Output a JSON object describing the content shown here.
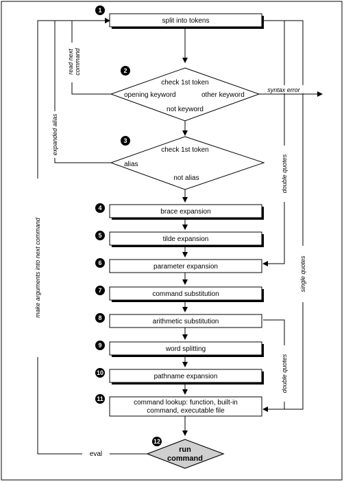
{
  "steps": {
    "s1": {
      "num": "1",
      "label": "split into tokens"
    },
    "s2": {
      "num": "2",
      "title": "check 1st token",
      "left": "opening keyword",
      "right": "other keyword",
      "bottom": "not keyword"
    },
    "s3": {
      "num": "3",
      "title": "check 1st token",
      "left": "alias",
      "bottom": "not alias"
    },
    "s4": {
      "num": "4",
      "label": "brace expansion"
    },
    "s5": {
      "num": "5",
      "label": "tilde expansion"
    },
    "s6": {
      "num": "6",
      "label": "parameter expansion"
    },
    "s7": {
      "num": "7",
      "label": "command substitution"
    },
    "s8": {
      "num": "8",
      "label": "arithmetic substitution"
    },
    "s9": {
      "num": "9",
      "label": "word splitting"
    },
    "s10": {
      "num": "10",
      "label": "pathname expansion"
    },
    "s11": {
      "num": "11",
      "label_line1": "command lookup: function, built-in",
      "label_line2": "command, executable file"
    },
    "s12": {
      "num": "12",
      "label_line1": "run",
      "label_line2": "command"
    }
  },
  "edges": {
    "read_next_line1": "read next",
    "read_next_line2": "command",
    "syntax_error": "syntax error",
    "expanded_alias": "expanded alias",
    "double_quotes_upper": "double quotes",
    "double_quotes_lower": "double quotes",
    "single_quotes": "single quotes",
    "make_arguments": "make arguments into next command",
    "eval": "eval"
  },
  "colors": {
    "run_fill": "#cfcfcf",
    "circle": "#000000"
  }
}
